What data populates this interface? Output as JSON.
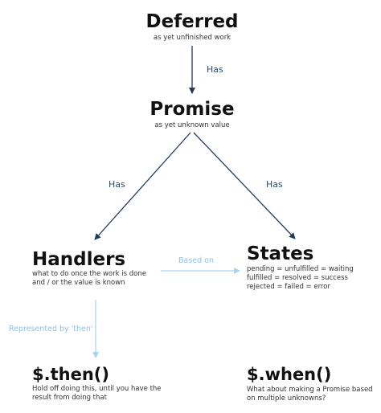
{
  "nodes": {
    "deferred": {
      "title": "Deferred",
      "subtitle": "as yet unfinished work"
    },
    "promise": {
      "title": "Promise",
      "subtitle": "as yet unknown value"
    },
    "handlers": {
      "title": "Handlers",
      "lines": [
        "what to do once the work is done",
        "and / or the value is known"
      ]
    },
    "states": {
      "title": "States",
      "lines": [
        "pending = unfulfilled = waiting",
        "fulfilled = resolved = success",
        "rejected = failed = error"
      ]
    },
    "then": {
      "title": "$.then()",
      "lines": [
        "Hold off doing this, until you have the",
        "result from doing that"
      ]
    },
    "when": {
      "title": "$.when()",
      "lines": [
        "What about making a Promise based",
        "on multiple unknowns?"
      ]
    }
  },
  "edges": {
    "deferred_promise": "Has",
    "promise_handlers": "Has",
    "promise_states": "Has",
    "handlers_states": "Based on",
    "handlers_then": "Represented by 'then'"
  },
  "colors": {
    "dark_arrow": "#243a58",
    "light_arrow": "#a8d3f2",
    "dark_label": "#2d4a6b",
    "light_label": "#8fc1e6"
  }
}
